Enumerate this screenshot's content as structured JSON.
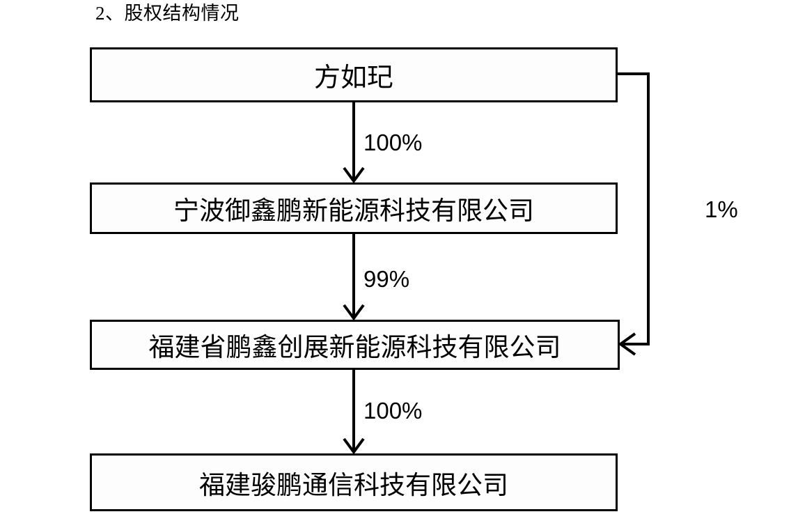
{
  "document": {
    "section_title": "2、股权结构情况"
  },
  "diagram": {
    "type": "org-ownership-chart",
    "nodes": [
      {
        "id": "person",
        "label": "方如玘"
      },
      {
        "id": "ningbo",
        "label": "宁波御鑫鹏新能源科技有限公司"
      },
      {
        "id": "fujian",
        "label": "福建省鹏鑫创展新能源科技有限公司"
      },
      {
        "id": "junpeng",
        "label": "福建骏鹏通信科技有限公司"
      }
    ],
    "edges": [
      {
        "from": "person",
        "to": "ningbo",
        "label": "100%"
      },
      {
        "from": "ningbo",
        "to": "fujian",
        "label": "99%"
      },
      {
        "from": "person",
        "to": "fujian",
        "label": "1%"
      },
      {
        "from": "fujian",
        "to": "junpeng",
        "label": "100%"
      }
    ],
    "labels": {
      "person_to_ningbo": "100%",
      "ningbo_to_fujian": "99%",
      "person_to_fujian": "1%",
      "fujian_to_junpeng": "100%"
    },
    "colors": {
      "stroke": "#000000",
      "node_fill": "#fdfdfd",
      "background": "#ffffff",
      "text": "#000000"
    }
  }
}
